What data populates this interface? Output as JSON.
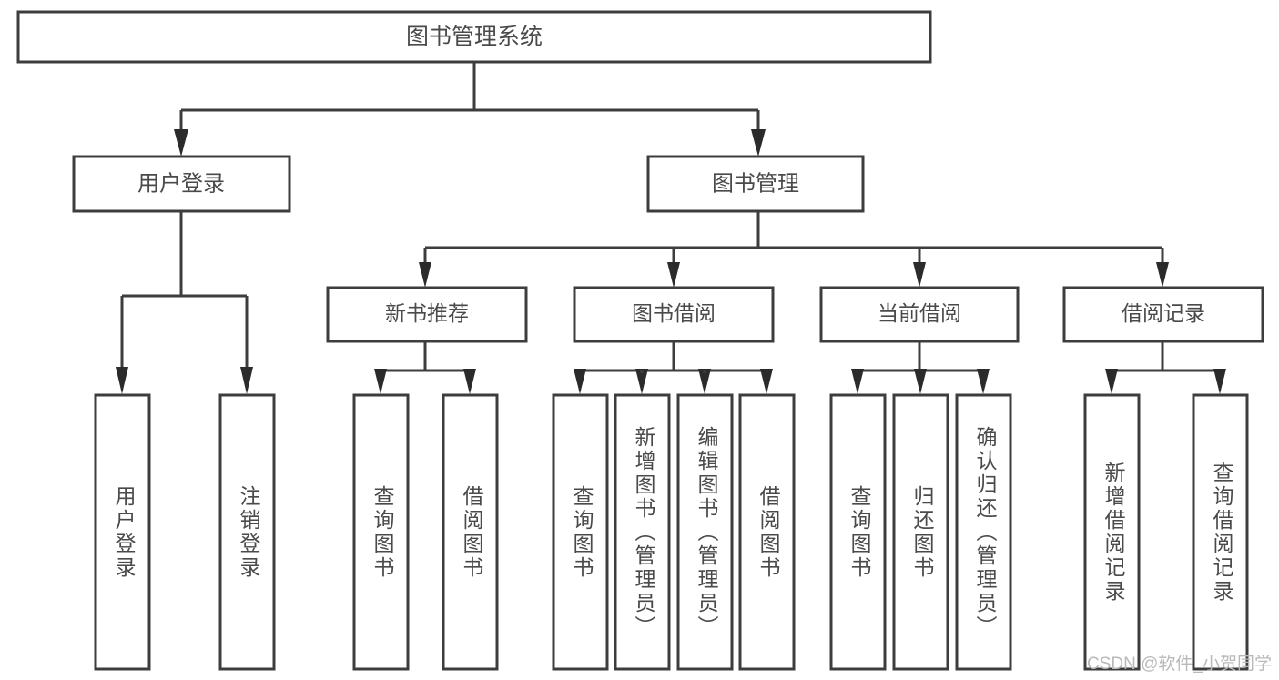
{
  "diagram": {
    "type": "tree",
    "title": "图书管理系统",
    "watermark": "CSDN @软件_小贺同学",
    "colors": {
      "background": "#ffffff",
      "box_fill": "#ffffff",
      "box_stroke": "#3d3d3d",
      "text": "#4a4a4a",
      "connector": "#3d3d3d",
      "watermark": "#b9b9b9"
    },
    "root": {
      "label": "图书管理系统"
    },
    "level1": [
      {
        "label": "用户登录"
      },
      {
        "label": "图书管理"
      }
    ],
    "level2": [
      {
        "label": "新书推荐"
      },
      {
        "label": "图书借阅"
      },
      {
        "label": "当前借阅"
      },
      {
        "label": "借阅记录"
      }
    ],
    "leaves": {
      "user_login": [
        {
          "label": "用户登录"
        },
        {
          "label": "注销登录"
        }
      ],
      "new_book_recommend": [
        {
          "label": "查询图书"
        },
        {
          "label": "借阅图书"
        }
      ],
      "book_borrow": [
        {
          "label": "查询图书"
        },
        {
          "label": "新增图书（管理员）"
        },
        {
          "label": "编辑图书（管理员）"
        },
        {
          "label": "借阅图书"
        }
      ],
      "current_borrow": [
        {
          "label": "查询图书"
        },
        {
          "label": "归还图书"
        },
        {
          "label": "确认归还（管理员）"
        }
      ],
      "borrow_record": [
        {
          "label": "新增借阅记录"
        },
        {
          "label": "查询借阅记录"
        }
      ]
    }
  }
}
